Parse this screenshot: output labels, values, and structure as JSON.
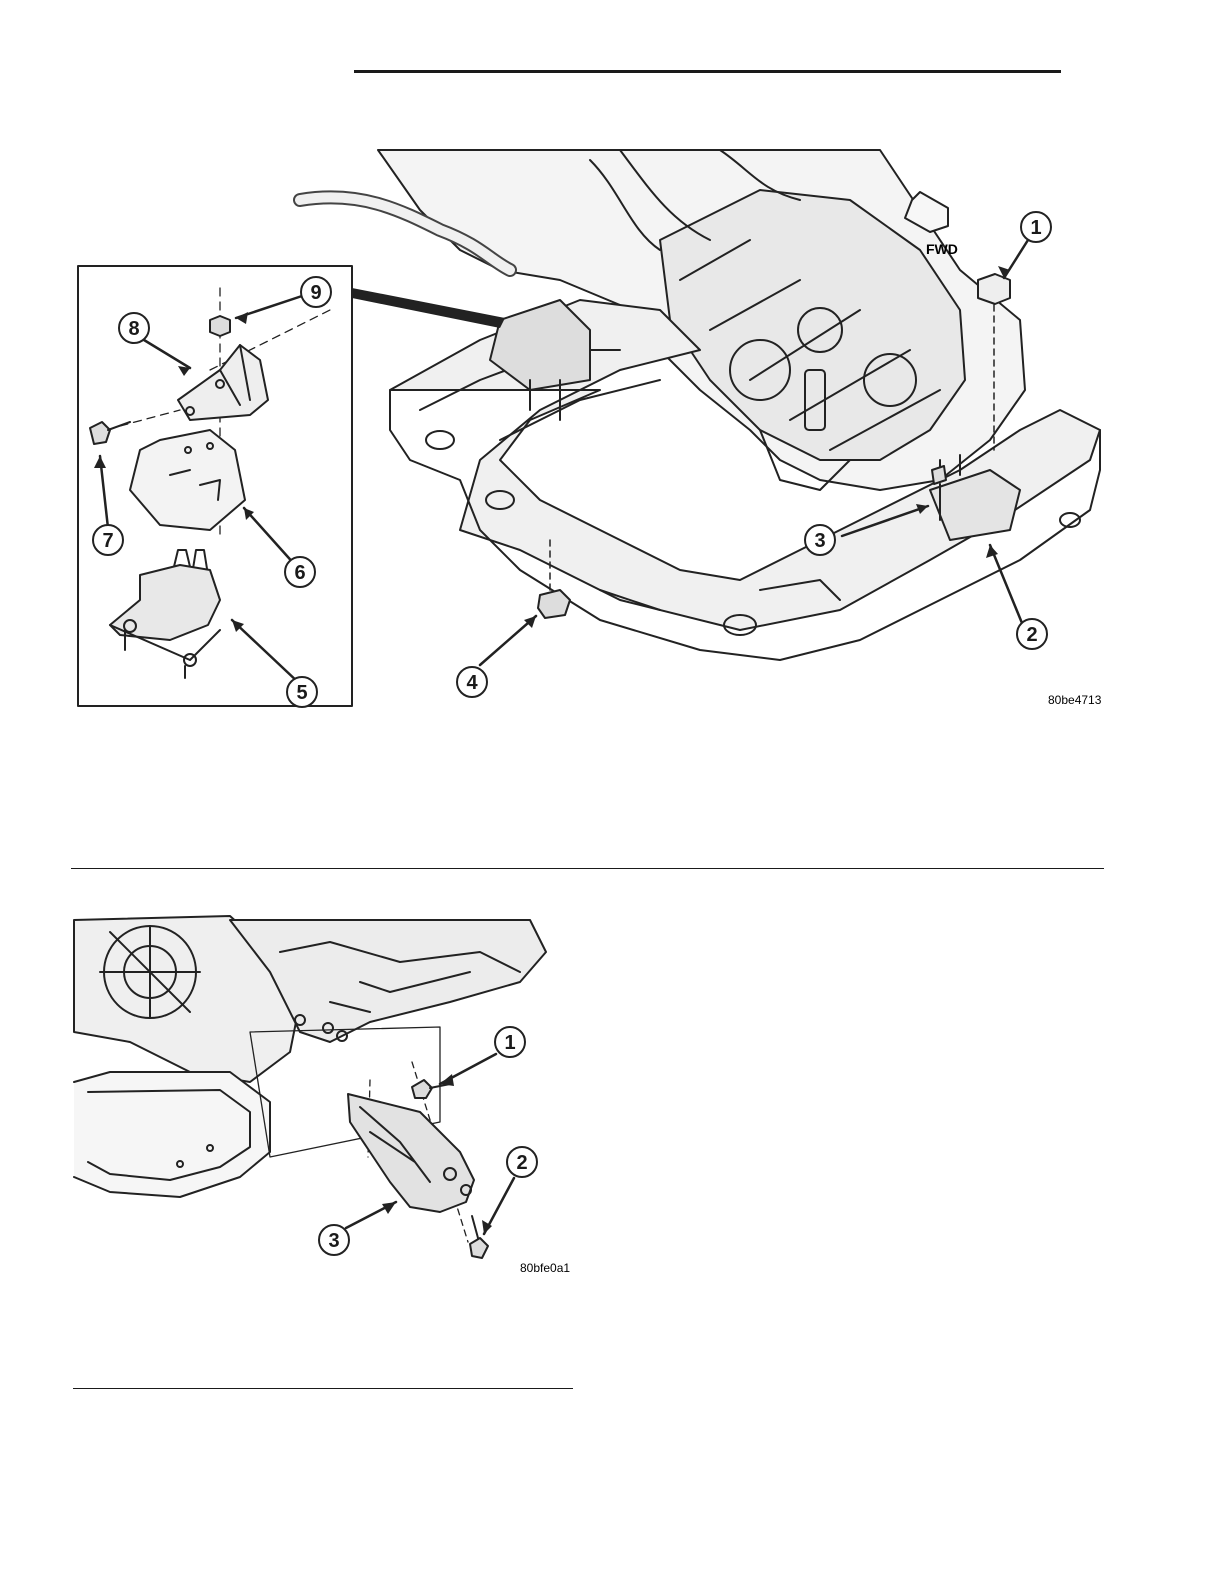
{
  "figure1": {
    "id_code": "80be4713",
    "fwd_label": "FWD",
    "callouts": [
      "1",
      "2",
      "3",
      "4",
      "5",
      "6",
      "7",
      "8",
      "9"
    ]
  },
  "figure2": {
    "id_code": "80bfe0a1",
    "callouts": [
      "1",
      "2",
      "3"
    ]
  }
}
